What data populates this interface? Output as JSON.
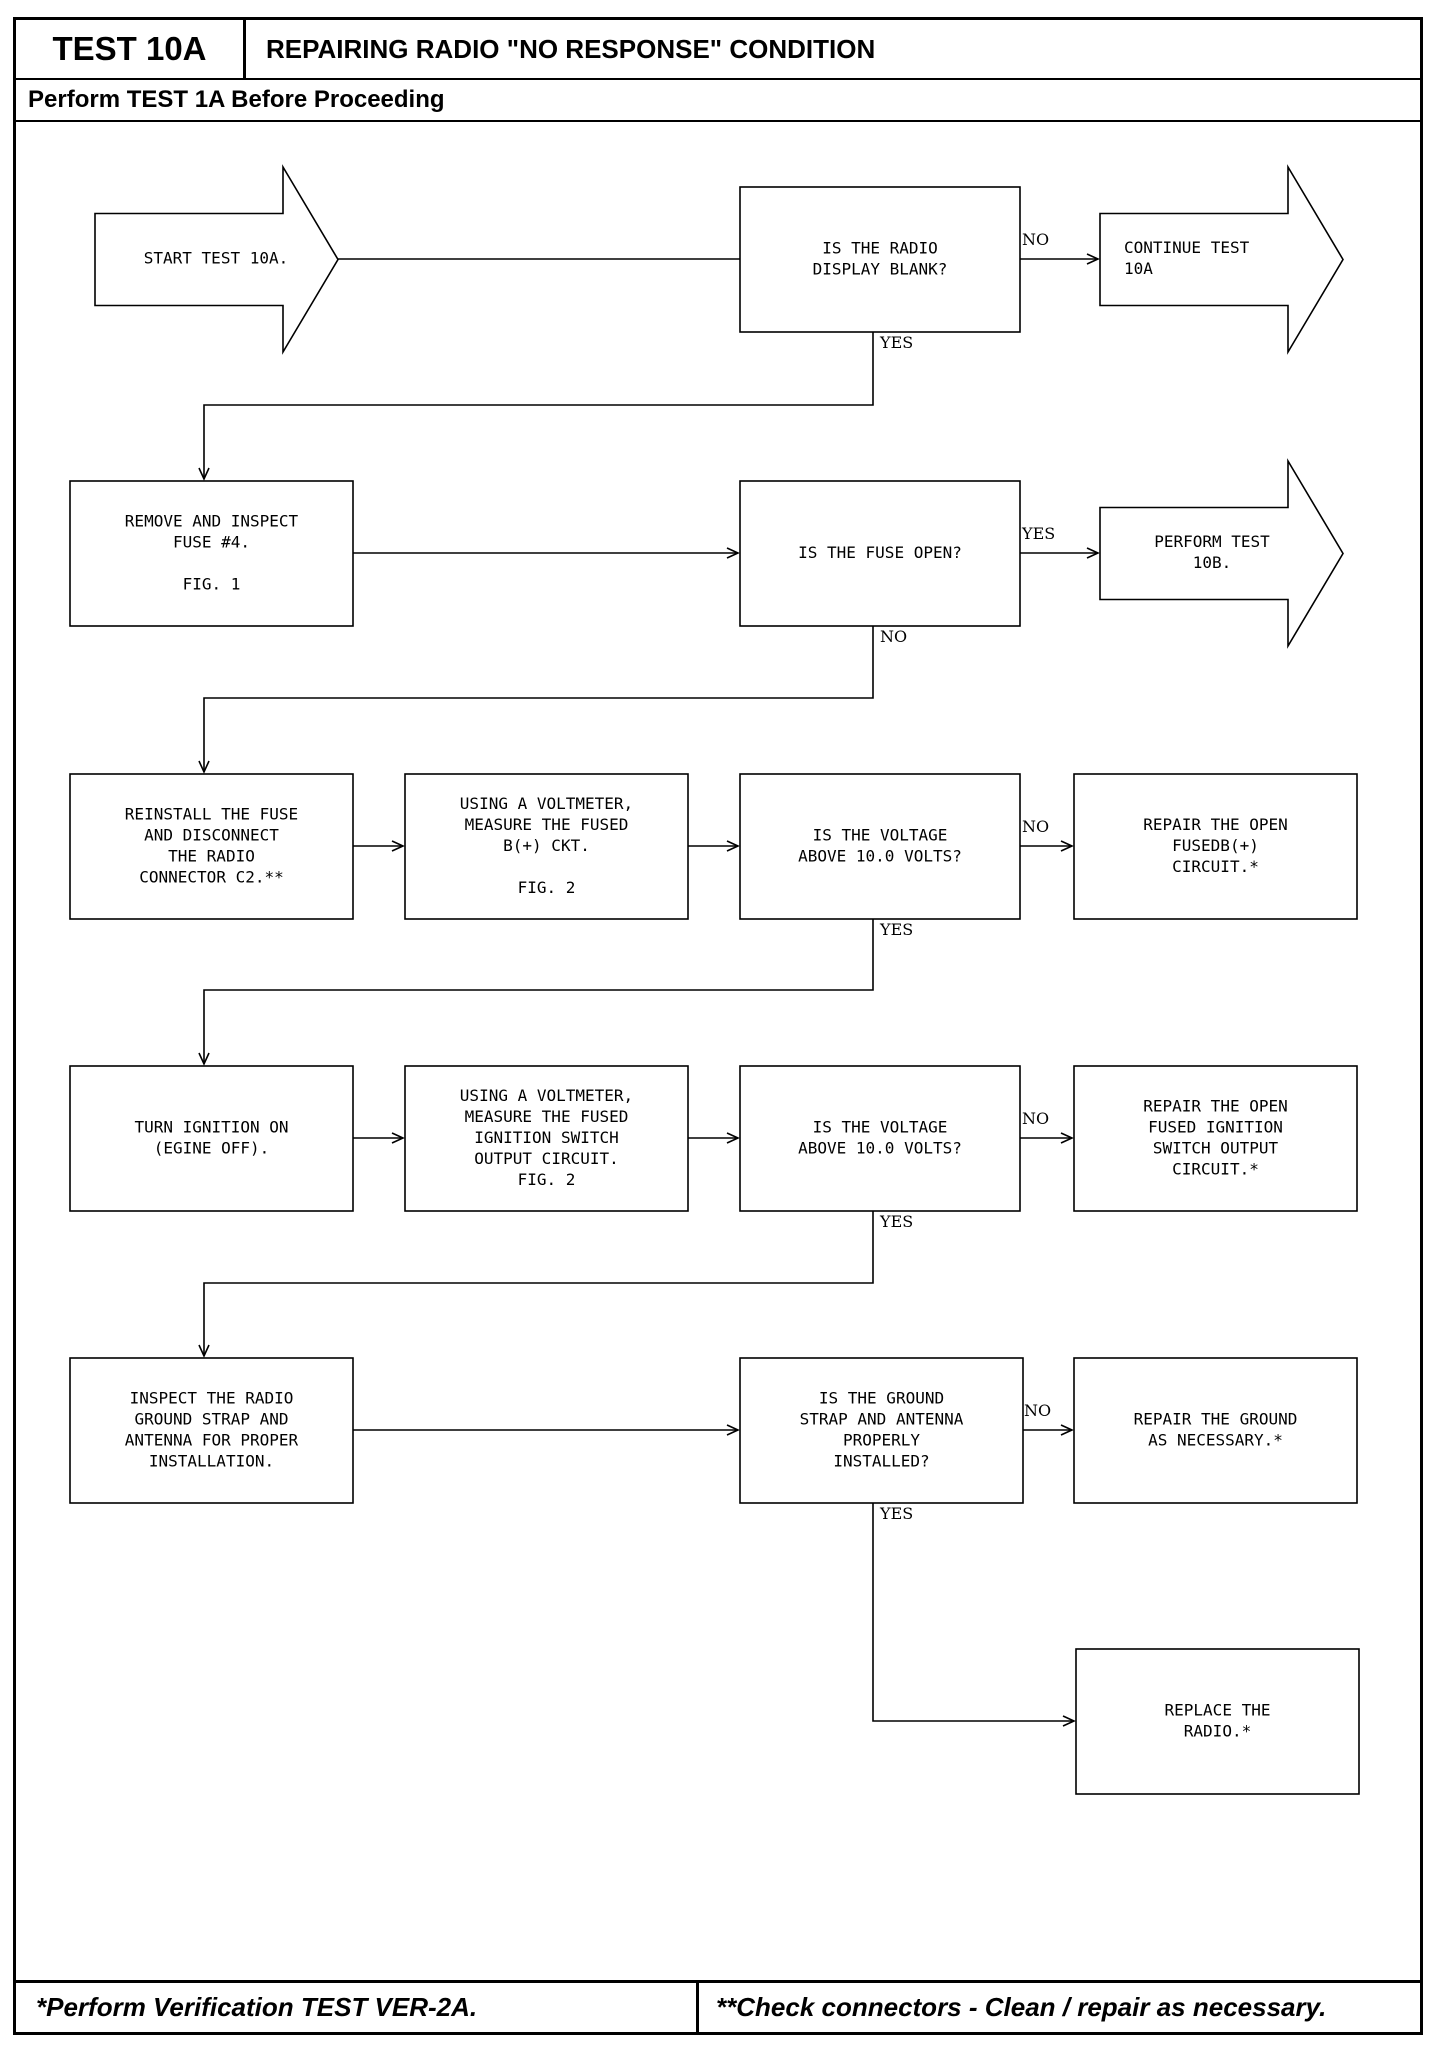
{
  "header": {
    "test_id": "TEST 10A",
    "title": "REPAIRING RADIO \"NO RESPONSE\" CONDITION",
    "prerequisite": "Perform TEST 1A Before Proceeding"
  },
  "nodes": {
    "start": [
      "START TEST 10A."
    ],
    "q_display": [
      "IS THE RADIO",
      "DISPLAY BLANK?"
    ],
    "continue": [
      "CONTINUE TEST",
      "10A"
    ],
    "remove_fuse": [
      "REMOVE AND INSPECT",
      "FUSE #4.",
      "",
      "FIG. 1"
    ],
    "q_fuse": [
      "IS THE FUSE OPEN?"
    ],
    "perform_10b": [
      "PERFORM TEST",
      "10B."
    ],
    "reinstall": [
      "REINSTALL THE FUSE",
      "AND DISCONNECT",
      "THE RADIO",
      "CONNECTOR C2.**"
    ],
    "measure_b": [
      "USING A VOLTMETER,",
      "MEASURE THE FUSED",
      "B(+) CKT.",
      "",
      "FIG. 2"
    ],
    "q_volt1": [
      "IS THE VOLTAGE",
      "ABOVE 10.0 VOLTS?"
    ],
    "repair_b": [
      "REPAIR THE OPEN",
      "FUSEDB(+)",
      "CIRCUIT.*"
    ],
    "ignition_on": [
      "TURN IGNITION ON",
      "(EGINE OFF)."
    ],
    "measure_ign": [
      "USING A VOLTMETER,",
      "MEASURE THE FUSED",
      "IGNITION SWITCH",
      "OUTPUT CIRCUIT.",
      "FIG. 2"
    ],
    "q_volt2": [
      "IS THE VOLTAGE",
      "ABOVE 10.0 VOLTS?"
    ],
    "repair_ign": [
      "REPAIR THE OPEN",
      "FUSED IGNITION",
      "SWITCH OUTPUT",
      "CIRCUIT.*"
    ],
    "inspect_ground": [
      "INSPECT THE RADIO",
      "GROUND STRAP AND",
      "ANTENNA FOR PROPER",
      "INSTALLATION."
    ],
    "q_ground": [
      "IS THE GROUND",
      "STRAP AND ANTENNA",
      "PROPERLY",
      "INSTALLED?"
    ],
    "repair_ground": [
      "REPAIR THE GROUND",
      "AS NECESSARY.*"
    ],
    "replace_radio": [
      "REPLACE THE",
      "RADIO.*"
    ]
  },
  "edge_labels": {
    "no": "NO",
    "yes": "YES"
  },
  "footer": {
    "left": "*Perform Verification TEST VER-2A.",
    "right": "**Check connectors - Clean / repair as necessary."
  }
}
